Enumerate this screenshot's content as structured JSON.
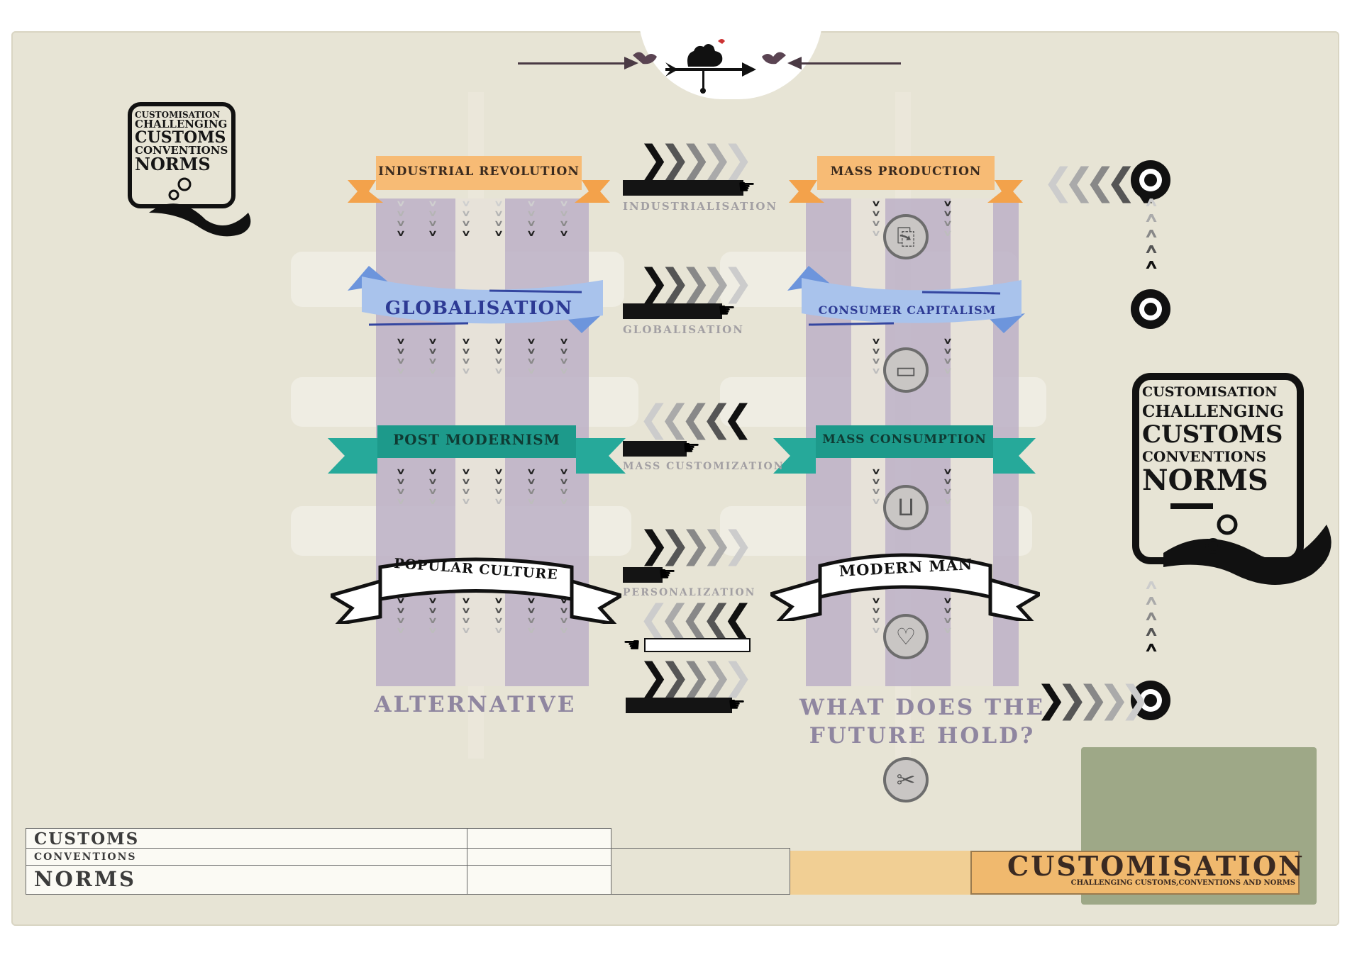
{
  "colors": {
    "paper": "#e7e4d5",
    "column": "#bcb0c7",
    "orange": "#f6b15e",
    "blue": "#a9c3ec",
    "teal": "#26a99a",
    "olive": "#9ea887",
    "text_purple": "#8f86a0"
  },
  "logo_small": {
    "line1": "CUSTOMISATION",
    "line2": "CHALLENGING",
    "line3": "CUSTOMS",
    "line4": "CONVENTIONS",
    "line5": "NORMS"
  },
  "logo_large": {
    "line1": "CUSTOMISATION",
    "line2": "CHALLENGING",
    "line3": "CUSTOMS",
    "line4": "CONVENTIONS",
    "line5": "NORMS"
  },
  "left_column": {
    "stages": [
      "INDUSTRIAL REVOLUTION",
      "GLOBALISATION",
      "POST MODERNISM",
      "POPULAR CULTURE"
    ],
    "footer": "ALTERNATIVE"
  },
  "right_column": {
    "stages": [
      "MASS PRODUCTION",
      "CONSUMER CAPITALISM",
      "MASS CONSUMPTION",
      "MODERN MAN"
    ],
    "footer_line1": "WHAT DOES THE",
    "footer_line2": "FUTURE HOLD?",
    "icons": [
      "clipboard-icon",
      "credit-card-icon",
      "shopping-cart-icon",
      "heart-plus-icon",
      "scissors-icon"
    ]
  },
  "connectors": [
    "INDUSTRIALISATION",
    "GLOBALISATION",
    "MASS CUSTOMIZATION",
    "PERSONALIZATION"
  ],
  "title_block": {
    "customs": "CUSTOMS",
    "conventions": "CONVENTIONS",
    "norms": "NORMS"
  },
  "brand": {
    "title": "CUSTOMISATION",
    "subtitle": "CHALLENGING CUSTOMS,CONVENTIONS AND NORMS"
  }
}
